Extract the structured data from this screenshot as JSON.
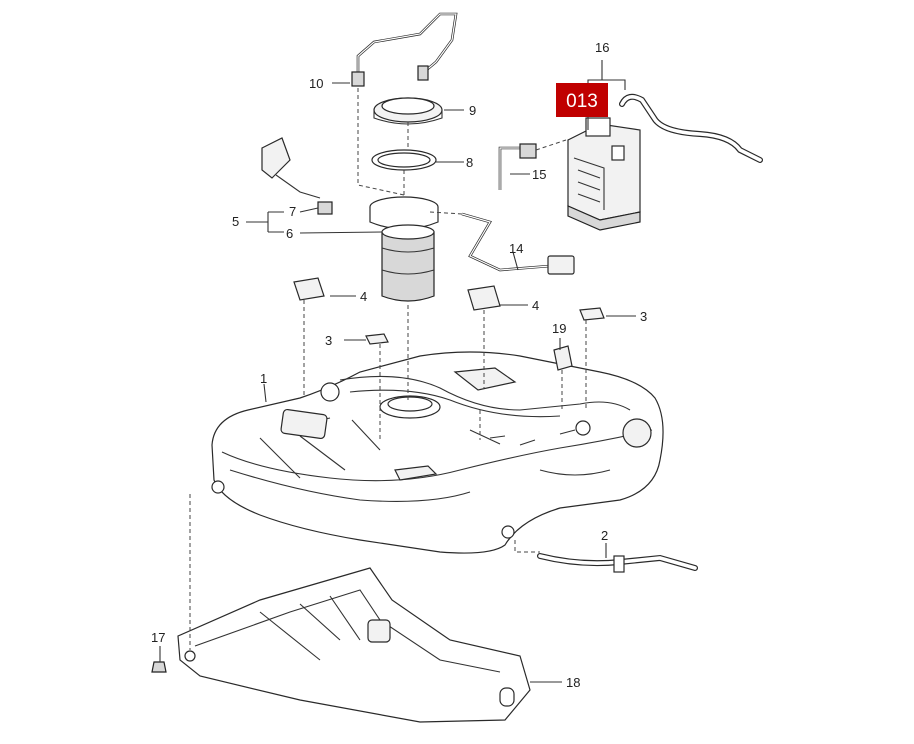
{
  "badge": {
    "label": "013",
    "color": "#c00000"
  },
  "callouts": {
    "c1": "1",
    "c2": "2",
    "c3a": "3",
    "c3b": "3",
    "c4a": "4",
    "c4b": "4",
    "c5": "5",
    "c6": "6",
    "c7": "7",
    "c8": "8",
    "c9": "9",
    "c10": "10",
    "c14": "14",
    "c15": "15",
    "c16": "16",
    "c17": "17",
    "c18": "18",
    "c19": "19"
  },
  "colors": {
    "line": "#2a2a2a",
    "background": "#ffffff",
    "badge": "#c00000"
  }
}
